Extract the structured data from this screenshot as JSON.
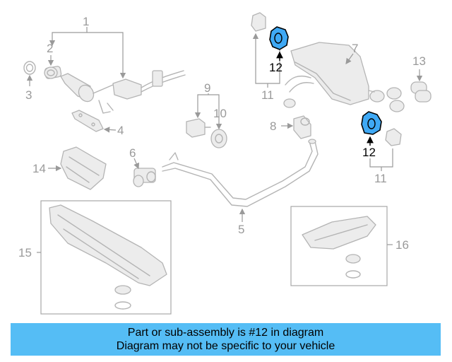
{
  "callouts": {
    "c1": "1",
    "c2": "2",
    "c3": "3",
    "c4": "4",
    "c5": "5",
    "c6": "6",
    "c7": "7",
    "c8": "8",
    "c9": "9",
    "c10": "10",
    "c11a": "11",
    "c11b": "11",
    "c12a": "12",
    "c12b": "12",
    "c13": "13",
    "c14": "14",
    "c15": "15",
    "c16": "16"
  },
  "highlight_color": "#3fa9f5",
  "banner": {
    "line1": "Part or sub-assembly is #12 in diagram",
    "line2": "Diagram may not be specific to your vehicle",
    "color": "#55bdf5"
  }
}
